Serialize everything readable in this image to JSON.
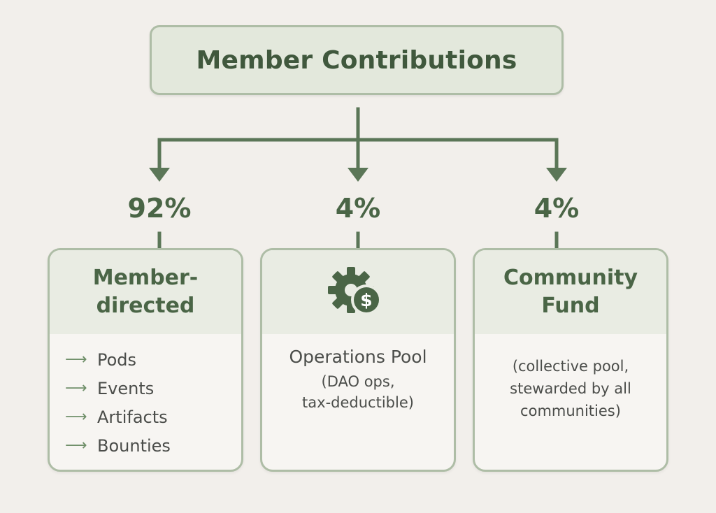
{
  "title": "Member Contributions",
  "branches": [
    {
      "percent": "92%",
      "heading": [
        "Member-",
        "directed"
      ],
      "items": [
        "Pods",
        "Events",
        "Artifacts",
        "Bounties"
      ]
    },
    {
      "percent": "4%",
      "icon": "gear-dollar-icon",
      "label": "Operations Pool",
      "detail": [
        "(DAO ops,",
        "tax-deductible)"
      ]
    },
    {
      "percent": "4%",
      "heading": [
        "Community",
        "Fund"
      ],
      "description": [
        "(collective pool,",
        "stewarded by all",
        "communities)"
      ]
    }
  ],
  "colors": {
    "accent": "#4a6546",
    "line": "#5b7657",
    "card_border": "#aebda6",
    "header_bg": "#e9ece3",
    "background": "#f2efeb"
  }
}
